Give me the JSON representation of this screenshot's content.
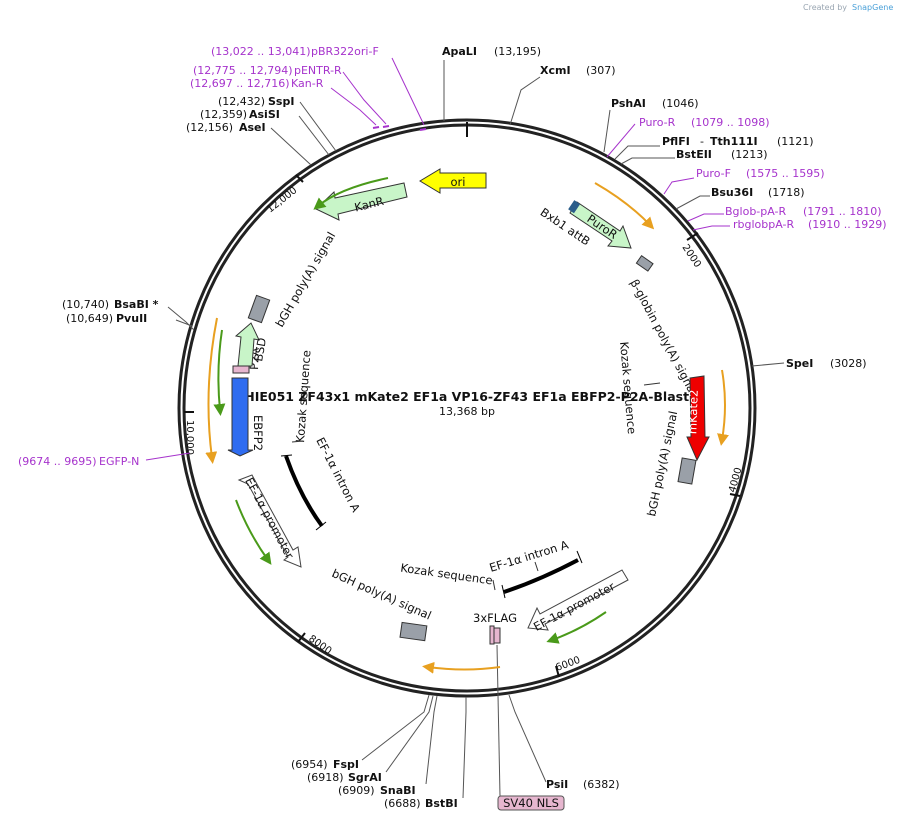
{
  "credit": {
    "created_by": "Created by",
    "brand": "SnapGene"
  },
  "plasmid": {
    "name": "pHIE051 ZF43x1 mKate2 EF1a VP16-ZF43 EF1a EBFP2-P2A-BlastR",
    "size": "13,368 bp"
  },
  "ticks": {
    "t2000": "2000",
    "t4000": "4000",
    "t6000": "6000",
    "t8000": "8000",
    "t10000": "10,000",
    "t12000": "12,000"
  },
  "sites": {
    "ApaI": {
      "name": "ApaLI",
      "pos": "(13,195)"
    },
    "XcmI": {
      "name": "XcmI",
      "pos": "(307)"
    },
    "PshAI": {
      "name": "PshAI",
      "pos": "(1046)"
    },
    "PflFI": {
      "name": "PflFI",
      "sep": "-",
      "name2": "Tth111I",
      "pos": "(1121)"
    },
    "BstEII": {
      "name": "BstEII",
      "pos": "(1213)"
    },
    "Bsu36I": {
      "name": "Bsu36I",
      "pos": "(1718)"
    },
    "SpeI": {
      "name": "SpeI",
      "pos": "(3028)"
    },
    "PsiI": {
      "name": "PsiI",
      "pos": "(6382)"
    },
    "BstBI": {
      "name": "BstBI",
      "pos": "(6688)"
    },
    "SnaBI": {
      "name": "SnaBI",
      "pos": "(6909)"
    },
    "SgrAI": {
      "name": "SgrAI",
      "pos": "(6918)"
    },
    "FspI": {
      "name": "FspI",
      "pos": "(6954)"
    },
    "PvuII": {
      "name": "PvuII",
      "pos": "(10,649)"
    },
    "BsaBI": {
      "name": "BsaBI *",
      "pos": "(10,740)"
    },
    "AseI": {
      "name": "AseI",
      "pos": "(12,156)"
    },
    "AsiSI": {
      "name": "AsiSI",
      "pos": "(12,359)"
    },
    "SspI": {
      "name": "SspI",
      "pos": "(12,432)"
    }
  },
  "primers": {
    "pBR322": {
      "range": "(13,022 .. 13,041)",
      "name": "pBR322ori-F"
    },
    "pENTR": {
      "range": "(12,775 .. 12,794)",
      "name": "pENTR-R"
    },
    "KanR": {
      "range": "(12,697 .. 12,716)",
      "name": "Kan-R"
    },
    "PuroR": {
      "name": "Puro-R",
      "range": "(1079 .. 1098)"
    },
    "PuroF": {
      "name": "Puro-F",
      "range": "(1575 .. 1595)"
    },
    "BglobpA": {
      "name": "Bglob-pA-R",
      "range": "(1791 .. 1810)"
    },
    "rbglob": {
      "name": "rbglobpA-R",
      "range": "(1910 .. 1929)"
    },
    "EGFPN": {
      "range": "(9674 .. 9695)",
      "name": "EGFP-N"
    }
  },
  "features": {
    "ori": "ori",
    "KanR": "KanR",
    "PuroR": "PuroR",
    "Bxb1": "Bxb1 attB",
    "bglobin": "β-globin poly(A) signal",
    "kozak1": "Kozak sequence",
    "mKate2": "mKate2",
    "bgh1": "bGH poly(A) signal",
    "bgh2": "bGH poly(A) signal",
    "bgh3": "bGH poly(A) signal",
    "BSD": "BSD",
    "P2A": "P2A",
    "EBFP2": "EBFP2",
    "kozak2": "Kozak sequence",
    "intronA1": "EF-1α intron A",
    "promoter1": "EF-1α promoter",
    "kozak3": "Kozak sequence",
    "intronA2": "EF-1α intron A",
    "promoter2": "EF-1α promoter",
    "flag": "3xFLAG",
    "sv40": "SV40 NLS"
  },
  "colors": {
    "backbone": "#222222",
    "ori": "#ffff00",
    "resistance": "#c8f5c8",
    "mKate2": "#ee0000",
    "EBFP2": "#2f6cf0",
    "polyA": "#9aa0a8",
    "primer": "#a633cc",
    "orf_orange": "#e8a020",
    "orf_green": "#4a9a1a",
    "sv40": "#e6b6cf"
  }
}
